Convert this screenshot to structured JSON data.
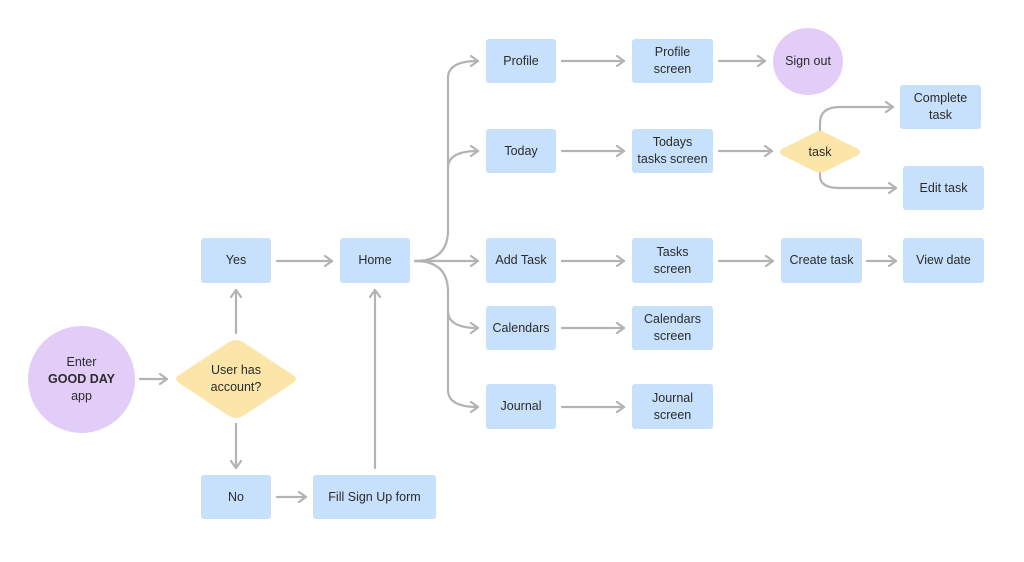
{
  "colors": {
    "box": "#c7e0fb",
    "circle": "#e2cdf8",
    "diamond": "#fbe5a8",
    "arrow": "#b3b3b3"
  },
  "nodes": {
    "enter": {
      "line1": "Enter",
      "line2": "GOOD DAY",
      "line3": "app"
    },
    "user_has_account": {
      "line1": "User has",
      "line2": "account?"
    },
    "yes": "Yes",
    "no": "No",
    "home": "Home",
    "fill_sign_up": "Fill Sign Up form",
    "profile": "Profile",
    "today": "Today",
    "add_task": "Add Task",
    "calendars": "Calendars",
    "journal": "Journal",
    "profile_screen": {
      "line1": "Profile",
      "line2": "screen"
    },
    "todays_tasks_screen": {
      "line1": "Todays",
      "line2": "tasks screen"
    },
    "tasks_screen": {
      "line1": "Tasks",
      "line2": "screen"
    },
    "calendars_screen": {
      "line1": "Calendars",
      "line2": "screen"
    },
    "journal_screen": {
      "line1": "Journal",
      "line2": "screen"
    },
    "sign_out": "Sign out",
    "task_decision": "task",
    "complete_task": {
      "line1": "Complete",
      "line2": "task"
    },
    "edit_task": "Edit task",
    "create_task": "Create task",
    "view_date": "View date"
  }
}
